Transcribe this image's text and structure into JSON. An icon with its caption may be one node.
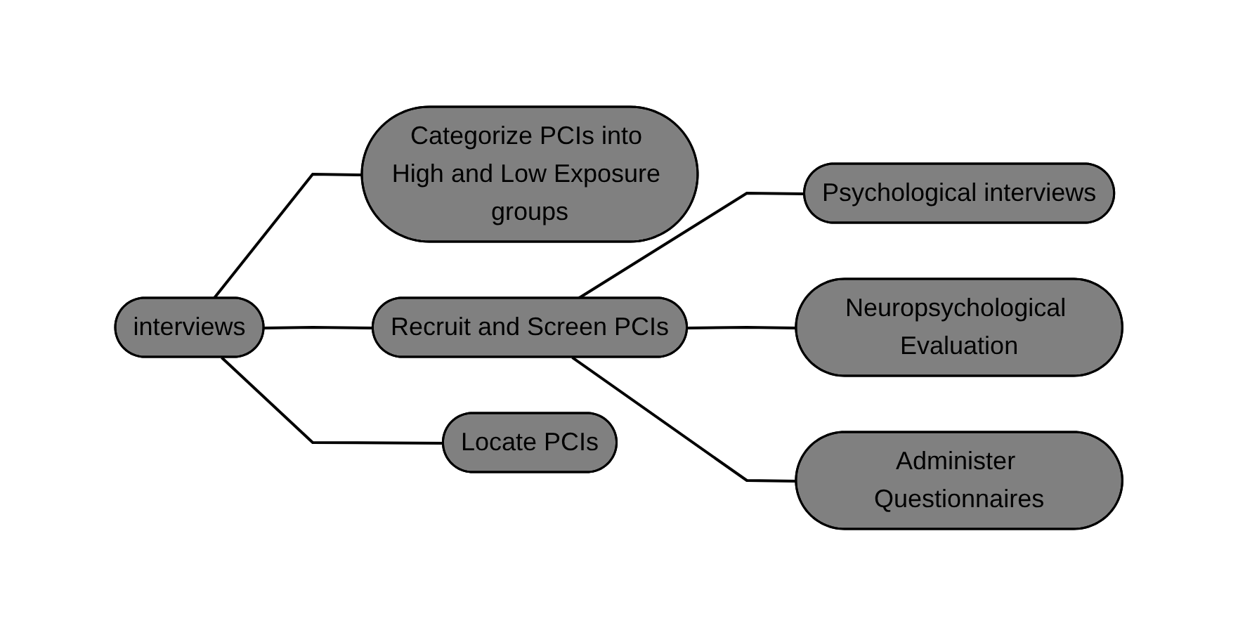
{
  "diagram": {
    "nodes": [
      {
        "text": [
          "Categorize PCIs into High and Low Exposure groups"
        ]
      },
      {
        "text": [
          "Psychological interviews"
        ]
      },
      {
        "text": [
          "interviews"
        ]
      },
      {
        "text": [
          "Recruit and Screen PCIs"
        ]
      },
      {
        "text": [
          "Neuropsychological Evaluation"
        ]
      },
      {
        "text": [
          "Locate PCIs"
        ]
      },
      {
        "text": [
          "Administer Questionnaires"
        ]
      }
    ],
    "edges": [
      {
        "from": 2,
        "to": 0,
        "arrow": "none"
      },
      {
        "from": 2,
        "to": 3,
        "arrow": "none"
      },
      {
        "from": 2,
        "to": 5,
        "arrow": "none"
      },
      {
        "from": 3,
        "to": 1,
        "arrow": "none"
      },
      {
        "from": 3,
        "to": 4,
        "arrow": "none"
      },
      {
        "from": 3,
        "to": 6,
        "arrow": "none"
      }
    ]
  }
}
